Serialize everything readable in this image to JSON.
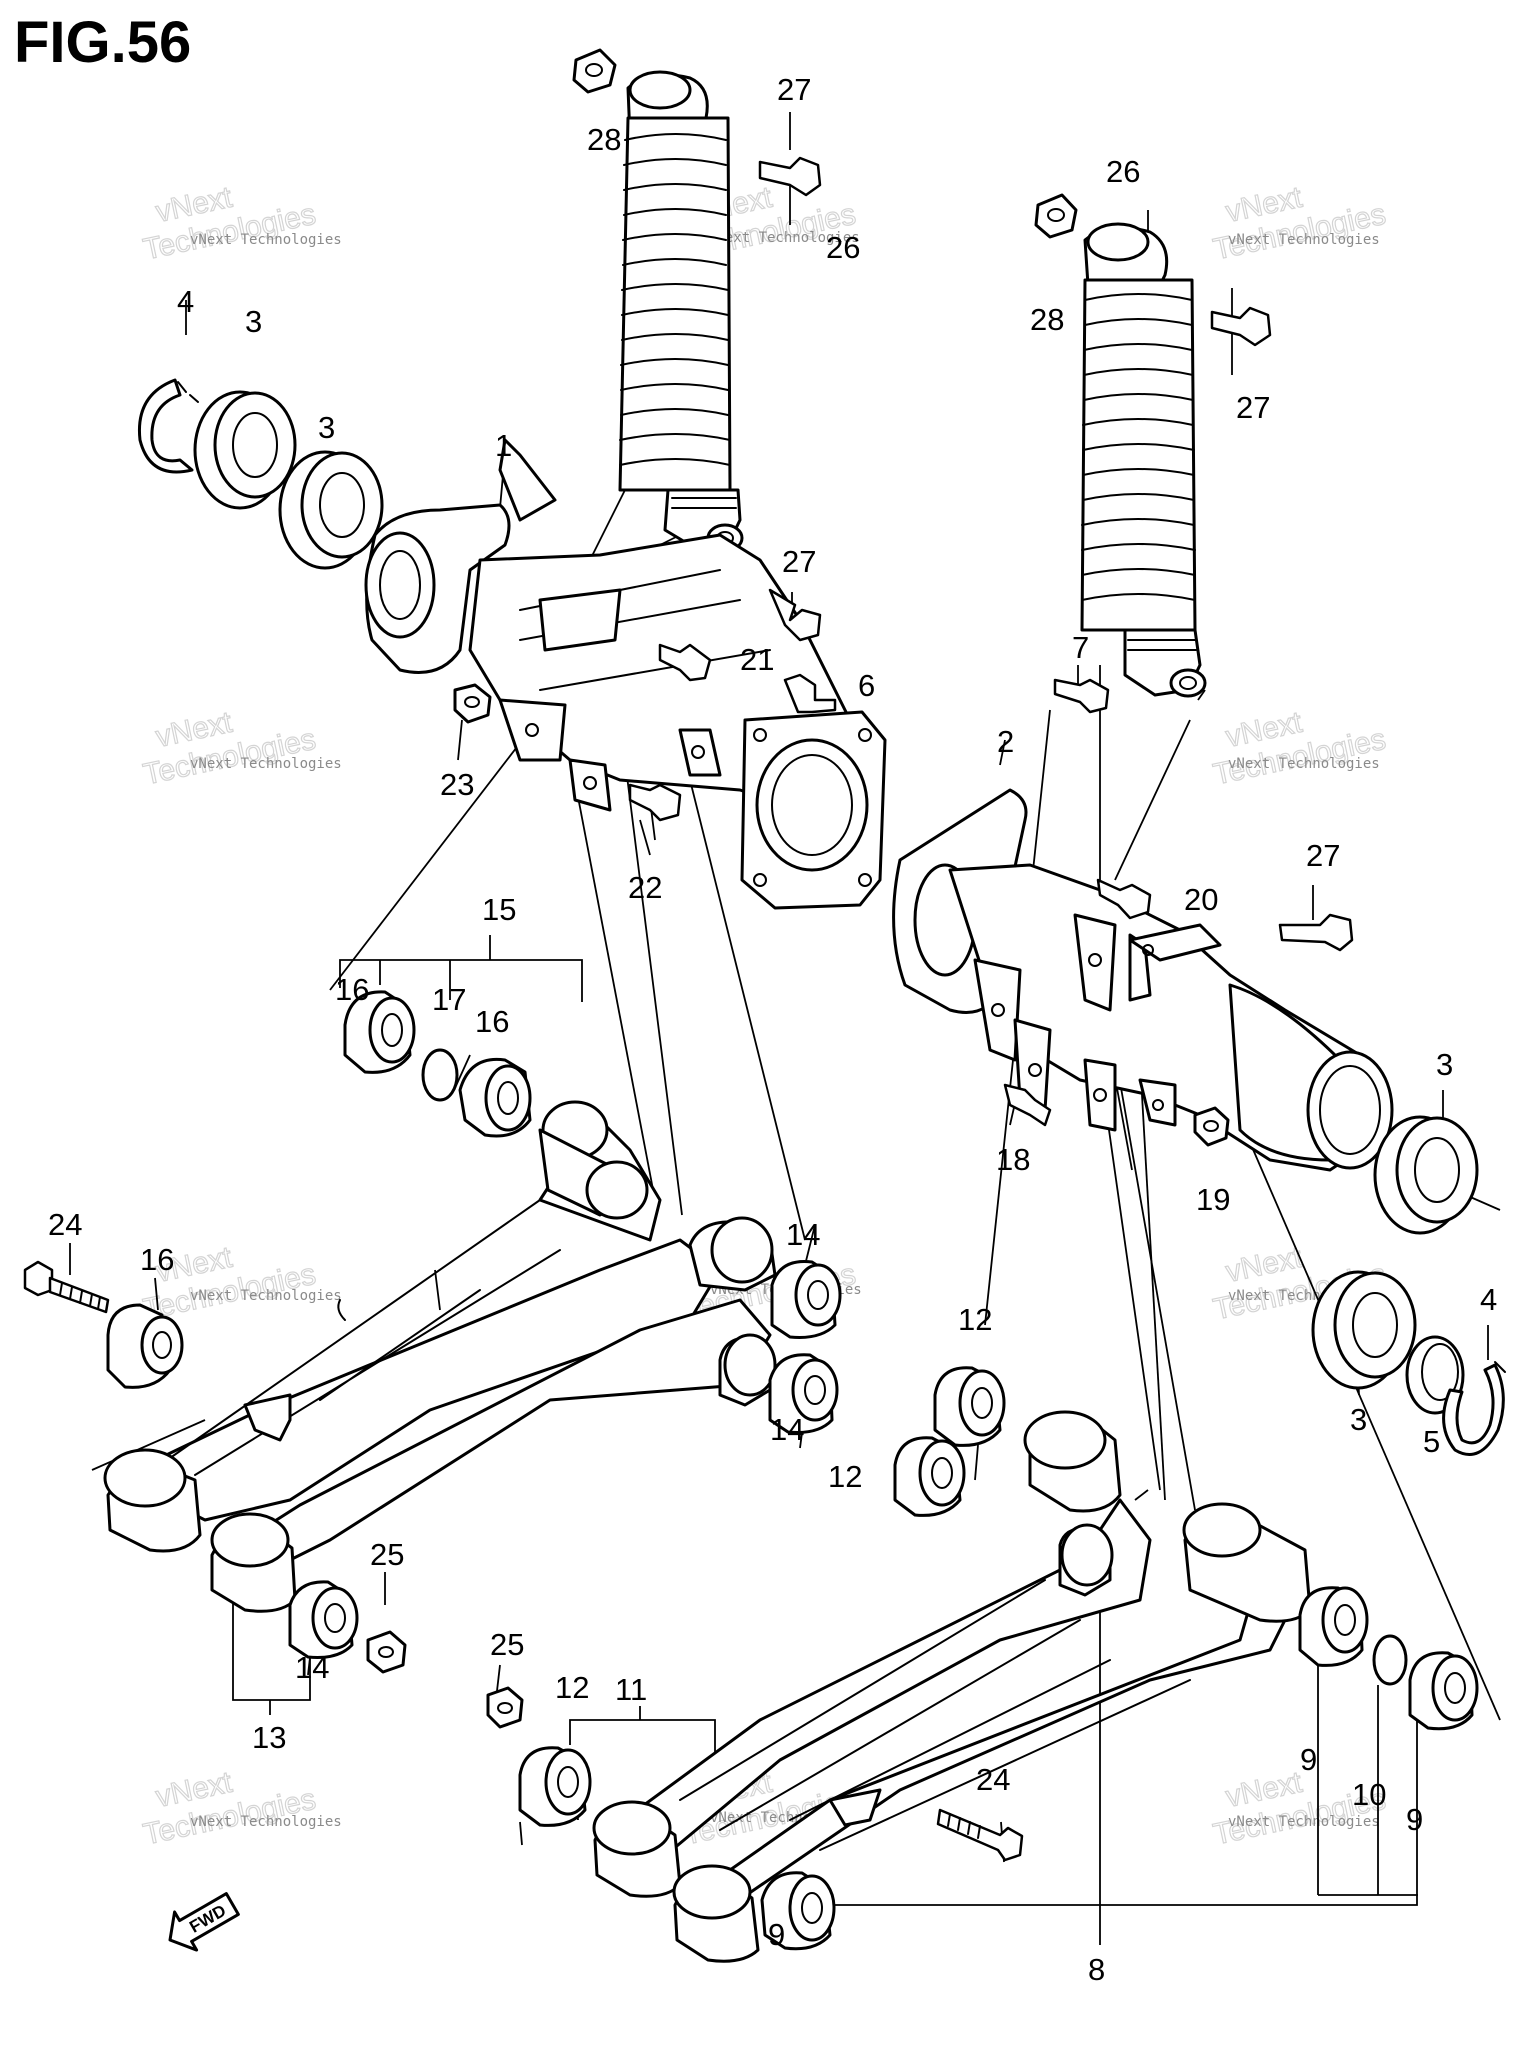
{
  "figure": {
    "title": "FIG.56",
    "fwd_label": "FWD"
  },
  "watermark": {
    "line1": "vNext Technologies",
    "line2": "vNext",
    "line3": "Technologies"
  },
  "callouts": {
    "c1": "1",
    "c2": "2",
    "c3a": "3",
    "c3b": "3",
    "c3c": "3",
    "c3d": "3",
    "c4a": "4",
    "c4b": "4",
    "c5": "5",
    "c6": "6",
    "c7": "7",
    "c8": "8",
    "c9a": "9",
    "c9b": "9",
    "c9c": "9",
    "c10": "10",
    "c11": "11",
    "c12a": "12",
    "c12b": "12",
    "c12c": "12",
    "c13": "13",
    "c14a": "14",
    "c14b": "14",
    "c14c": "14",
    "c15": "15",
    "c16a": "16",
    "c16b": "16",
    "c16c": "16",
    "c17": "17",
    "c18": "18",
    "c19": "19",
    "c20": "20",
    "c21": "21",
    "c22": "22",
    "c23": "23",
    "c24a": "24",
    "c24b": "24",
    "c25a": "25",
    "c25b": "25",
    "c26a": "26",
    "c26b": "26",
    "c27a": "27",
    "c27b": "27",
    "c27c": "27",
    "c27d": "27",
    "c28a": "28",
    "c28b": "28"
  }
}
